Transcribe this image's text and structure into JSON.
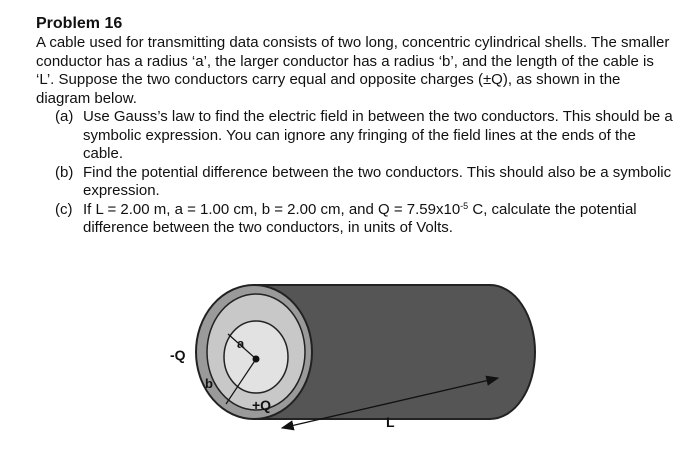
{
  "problem": {
    "title": "Problem 16",
    "intro": "A cable used for transmitting data consists of two long, concentric cylindrical shells. The smaller conductor has a radius ‘a’, the larger conductor has a radius ‘b’, and the length of the cable is ‘L’. Suppose the two conductors carry equal and opposite charges (±Q), as shown in the diagram below.",
    "parts": [
      {
        "label": "(a)",
        "text": "Use Gauss’s law to find the electric field in between the two conductors. This should be a symbolic expression. You can ignore any fringing of the field lines at the ends of the cable."
      },
      {
        "label": "(b)",
        "text": "Find the potential difference between the two conductors. This should also be a symbolic expression."
      },
      {
        "label": "(c)",
        "text_before_exp": "If L = 2.00 m, a = 1.00 cm, b = 2.00 cm, and Q = 7.59x10",
        "exponent": "-5",
        "text_after_exp": " C, calculate the potential difference between the two conductors, in units of Volts."
      }
    ]
  },
  "figure": {
    "labels": {
      "outer_charge": "-Q",
      "inner_charge": "+Q",
      "inner_radius": "a",
      "outer_radius": "b",
      "length": "L"
    },
    "colors": {
      "cable_body": "#555555",
      "outer_ring": "#9a9a9a",
      "gap_region": "#c8c8c8",
      "inner_conductor": "#e2e2e2",
      "outline": "#222222"
    }
  }
}
